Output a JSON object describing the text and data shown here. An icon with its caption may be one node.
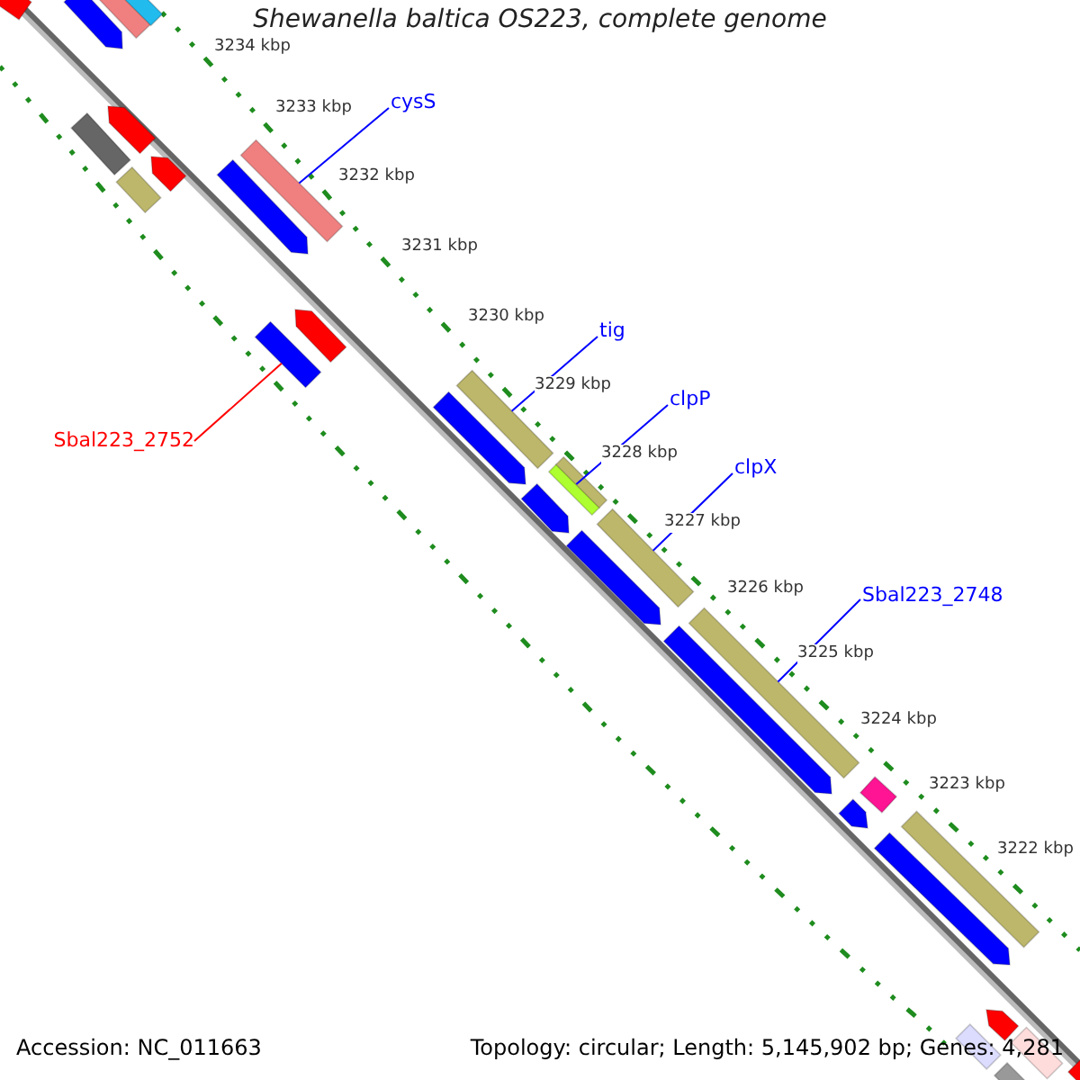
{
  "diagram": {
    "title": "Shewanella baltica OS223, complete genome",
    "nodes": [
      {
        "text": [
          "cysS"
        ]
      },
      {
        "text": [],
        "shape": "bar"
      },
      {
        "text": [
          "tig"
        ]
      },
      {
        "text": [],
        "shape": "bar"
      },
      {
        "text": [
          "clpP"
        ]
      },
      {
        "text": [],
        "shape": "bar"
      },
      {
        "text": [
          "clpX"
        ]
      },
      {
        "text": [],
        "shape": "bar"
      },
      {
        "text": [
          "Sbal223_2748"
        ]
      },
      {
        "text": [],
        "shape": "bar"
      },
      {
        "text": [
          "Sbal223_2752"
        ]
      },
      {
        "text": [],
        "shape": "bar"
      },
      {
        "text": [],
        "shape": "bar"
      },
      {
        "text": [],
        "shape": "bar"
      },
      {
        "text": [],
        "shape": "bar"
      },
      {
        "text": [],
        "shape": "bar"
      },
      {
        "text": [],
        "shape": "bar"
      },
      {
        "text": [],
        "shape": "bar"
      },
      {
        "text": [],
        "shape": "bar"
      },
      {
        "text": [],
        "shape": "bar"
      },
      {
        "text": [],
        "shape": "bar"
      },
      {
        "text": [],
        "shape": "bar"
      },
      {
        "text": [],
        "shape": "bar"
      },
      {
        "text": [],
        "shape": "bar"
      },
      {
        "text": [],
        "shape": "bar"
      },
      {
        "text": [],
        "shape": "bar"
      },
      {
        "text": [],
        "shape": "bar"
      },
      {
        "text": [],
        "shape": "bar"
      },
      {
        "text": [],
        "shape": "bar"
      },
      {
        "text": [],
        "shape": "bar"
      },
      {
        "text": [],
        "shape": "bar"
      },
      {
        "text": [],
        "shape": "bar"
      },
      {
        "text": [],
        "shape": "bar"
      },
      {
        "text": [],
        "shape": "bar"
      },
      {
        "text": [],
        "shape": "bar"
      },
      {
        "text": [],
        "shape": "bar"
      }
    ],
    "edges": [
      {
        "from": 0,
        "to": 1,
        "arrow": "none"
      },
      {
        "from": 2,
        "to": 3,
        "arrow": "none"
      },
      {
        "from": 4,
        "to": 5,
        "arrow": "none"
      },
      {
        "from": 6,
        "to": 7,
        "arrow": "none"
      },
      {
        "from": 8,
        "to": 9,
        "arrow": "none"
      },
      {
        "from": 10,
        "to": 11,
        "arrow": "none",
        "color": "#ff0000"
      }
    ],
    "labels": [
      "3234 kbp",
      "3233 kbp",
      "3232 kbp",
      "3231 kbp",
      "3230 kbp",
      "3229 kbp",
      "3228 kbp",
      "3227 kbp",
      "3226 kbp",
      "3225 kbp",
      "3224 kbp",
      "3223 kbp",
      "3222 kbp",
      "Accession: NC_011663",
      "Topology: circular; Length: 5,145,902 bp; Genes: 4,281"
    ]
  }
}
